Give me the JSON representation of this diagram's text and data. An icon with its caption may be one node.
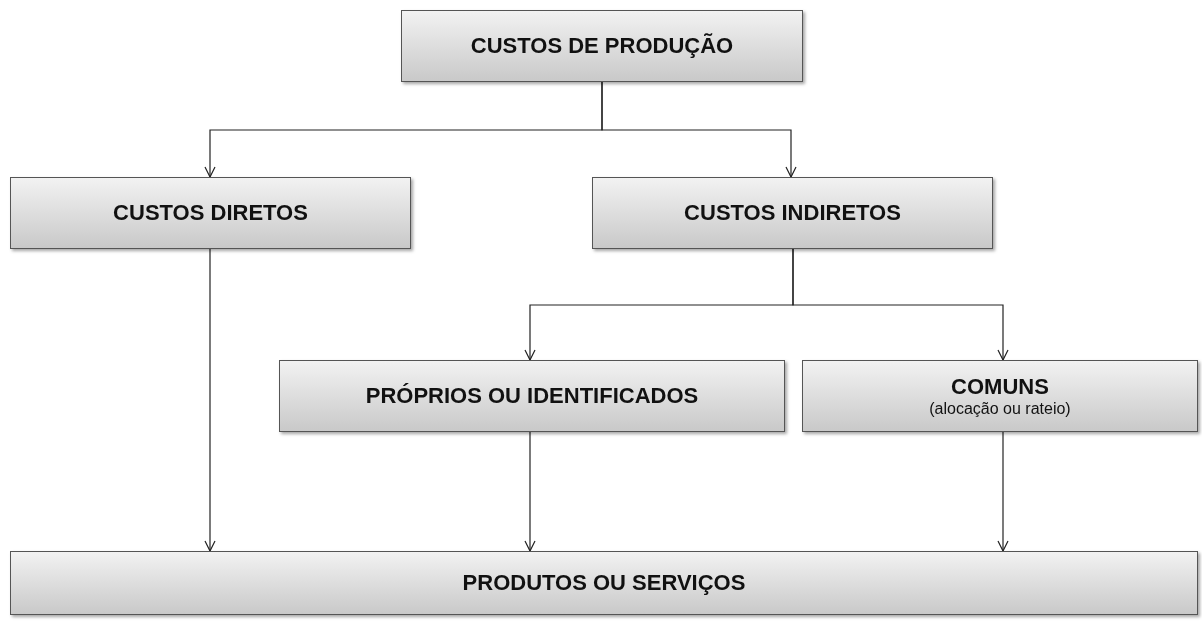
{
  "diagram": {
    "nodes": [
      {
        "text": [
          "CUSTOS DE PRODUÇÃO"
        ]
      },
      {
        "text": [
          "CUSTOS DIRETOS"
        ]
      },
      {
        "text": [
          "CUSTOS INDIRETOS"
        ]
      },
      {
        "text": [
          "PRÓPRIOS OU IDENTIFICADOS"
        ]
      },
      {
        "text": [
          "COMUNS",
          "(alocação ou rateio)"
        ]
      },
      {
        "text": [
          "PRODUTOS OU SERVIÇOS"
        ]
      }
    ],
    "edges": [
      {
        "from": 0,
        "to": 1,
        "arrow": "to"
      },
      {
        "from": 0,
        "to": 2,
        "arrow": "to"
      },
      {
        "from": 2,
        "to": 3,
        "arrow": "to"
      },
      {
        "from": 2,
        "to": 4,
        "arrow": "to"
      },
      {
        "from": 1,
        "to": 5,
        "arrow": "to"
      },
      {
        "from": 3,
        "to": 5,
        "arrow": "to"
      },
      {
        "from": 4,
        "to": 5,
        "arrow": "to"
      }
    ]
  }
}
